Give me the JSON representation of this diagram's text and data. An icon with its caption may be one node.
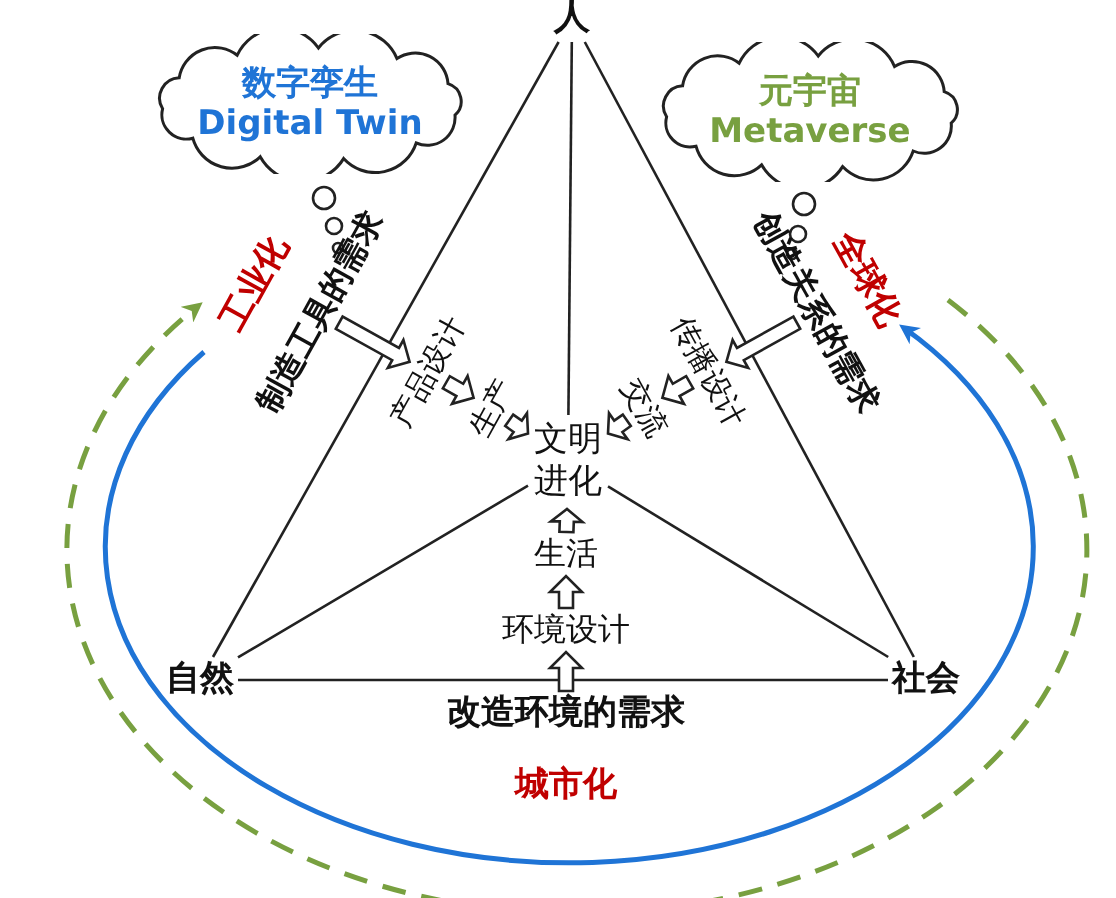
{
  "diagram": {
    "nodes": [
      {
        "text": [
          "数字孪生",
          "Digital Twin"
        ]
      },
      {
        "text": [
          "元宇宙",
          "Metaverse"
        ]
      },
      {
        "text": [
          "人"
        ]
      },
      {
        "text": [
          "自然"
        ]
      },
      {
        "text": [
          "社会"
        ]
      },
      {
        "text": [
          "文明进化"
        ]
      },
      {
        "text": [
          "制造工具的需求"
        ]
      },
      {
        "text": [
          "产品设计"
        ]
      },
      {
        "text": [
          "生产"
        ]
      },
      {
        "text": [
          "创造关系的需求"
        ]
      },
      {
        "text": [
          "传播设计"
        ]
      },
      {
        "text": [
          "交流"
        ]
      },
      {
        "text": [
          "改造环境的需求"
        ]
      },
      {
        "text": [
          "环境设计"
        ]
      },
      {
        "text": [
          "生活"
        ]
      }
    ],
    "edges": [
      {
        "from": 2,
        "to": 3,
        "arrow": "none"
      },
      {
        "from": 2,
        "to": 4,
        "arrow": "none"
      },
      {
        "from": 3,
        "to": 4,
        "arrow": "none"
      },
      {
        "from": 5,
        "to": 2,
        "arrow": "none"
      },
      {
        "from": 5,
        "to": 3,
        "arrow": "none"
      },
      {
        "from": 5,
        "to": 4,
        "arrow": "none"
      },
      {
        "from": 6,
        "to": 7,
        "arrow": "to"
      },
      {
        "from": 7,
        "to": 8,
        "arrow": "to"
      },
      {
        "from": 8,
        "to": 5,
        "arrow": "to"
      },
      {
        "from": 9,
        "to": 10,
        "arrow": "to"
      },
      {
        "from": 10,
        "to": 11,
        "arrow": "to"
      },
      {
        "from": 11,
        "to": 5,
        "arrow": "to"
      },
      {
        "from": 12,
        "to": 13,
        "arrow": "to"
      },
      {
        "from": 13,
        "to": 14,
        "arrow": "to"
      },
      {
        "from": 14,
        "to": 5,
        "arrow": "to"
      }
    ],
    "labels": [
      "工业化",
      "全球化",
      "城市化"
    ]
  }
}
